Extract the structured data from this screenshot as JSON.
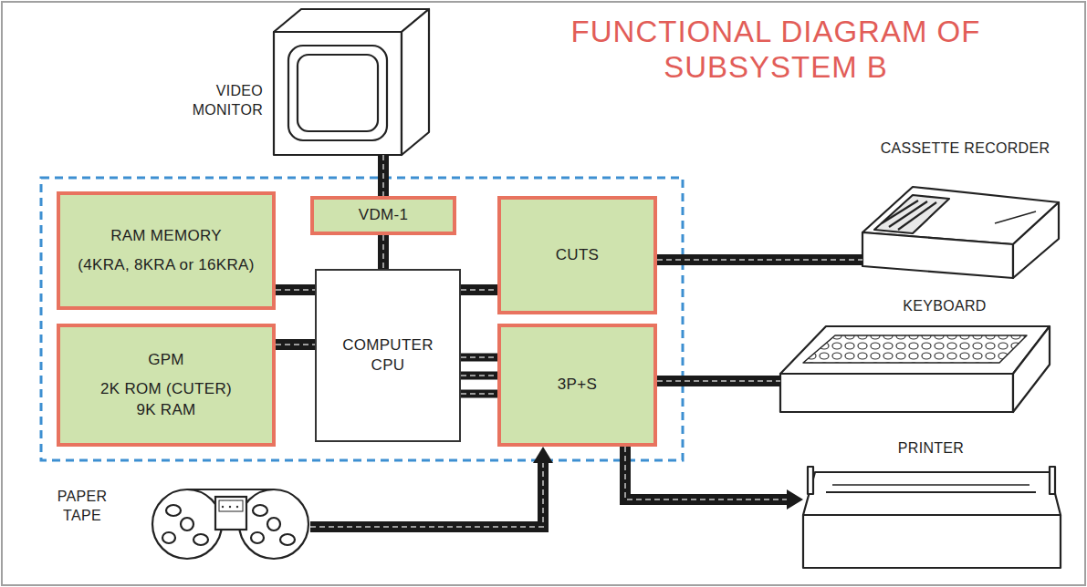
{
  "diagram": {
    "title": "FUNCTIONAL DIAGRAM OF SUBSYSTEM B",
    "nodes": [
      {
        "text": [
          "VIDEO MONITOR"
        ]
      },
      {
        "text": [
          "VDM-1"
        ]
      },
      {
        "text": [
          "CASSETTE RECORDER"
        ]
      },
      {
        "text": [
          "RAM MEMORY",
          "(4KRA, 8KRA or 16KRA)"
        ]
      },
      {
        "text": [
          "CUTS"
        ]
      },
      {
        "text": [
          "COMPUTER CPU"
        ]
      },
      {
        "text": [
          "KEYBOARD"
        ]
      },
      {
        "text": [
          "GPM",
          "2K ROM (CUTER) 9K RAM"
        ]
      },
      {
        "text": [
          "3P+S"
        ]
      },
      {
        "text": [
          "PAPER TAPE"
        ]
      },
      {
        "text": [
          "PRINTER"
        ]
      }
    ],
    "edges": [
      {
        "from": 0,
        "to": 1,
        "arrow": "none"
      },
      {
        "from": 1,
        "to": 5,
        "arrow": "none"
      },
      {
        "from": 3,
        "to": 5,
        "arrow": "none"
      },
      {
        "from": 7,
        "to": 5,
        "arrow": "none"
      },
      {
        "from": 5,
        "to": 4,
        "arrow": "none"
      },
      {
        "from": 5,
        "to": 8,
        "arrow": "none"
      },
      {
        "from": 4,
        "to": 2,
        "arrow": "none"
      },
      {
        "from": 8,
        "to": 6,
        "arrow": "none"
      },
      {
        "from": 9,
        "to": 8,
        "arrow": "to"
      },
      {
        "from": 8,
        "to": 10,
        "arrow": "to"
      }
    ]
  }
}
